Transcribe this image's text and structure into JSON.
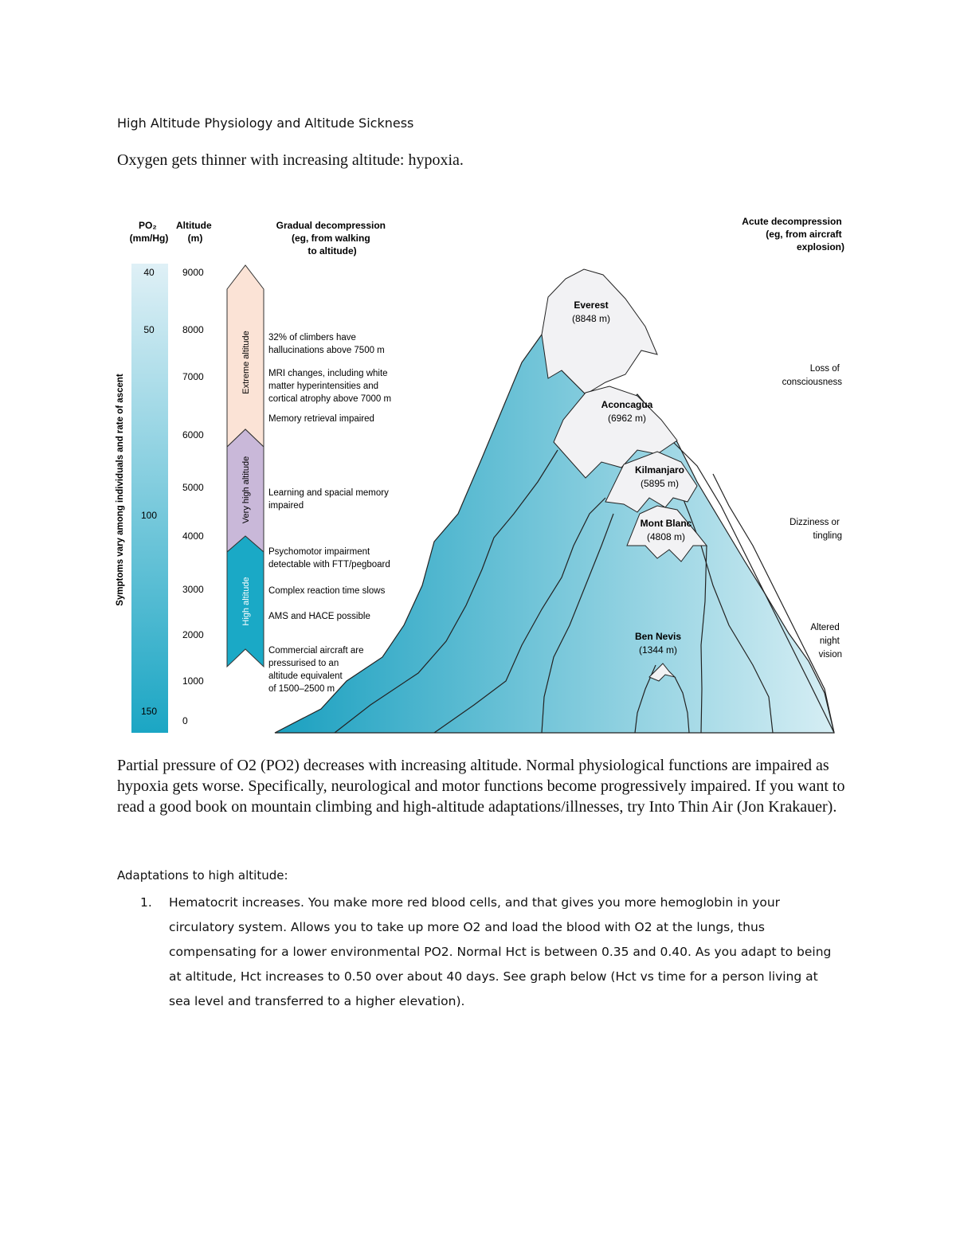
{
  "heading": "High Altitude Physiology and Altitude Sickness",
  "subtitle": "Oxygen gets thinner with increasing altitude: hypoxia.",
  "figure": {
    "po2_header": [
      "PO₂",
      "(mm/Hg)"
    ],
    "altitude_header": [
      "Altitude",
      "(m)"
    ],
    "gradual_header": [
      "Gradual decompression",
      "(eg, from walking",
      "to altitude)"
    ],
    "acute_header": [
      "Acute decompression",
      "(eg, from aircraft",
      "explosion)"
    ],
    "po2_ticks": [
      "40",
      "50",
      "100",
      "150"
    ],
    "altitude_ticks": [
      "9000",
      "8000",
      "7000",
      "6000",
      "5000",
      "4000",
      "3000",
      "2000",
      "1000",
      "0"
    ],
    "vertical_caption": "Symptoms vary among individuals and rate of ascent",
    "zones": [
      "Extreme altitude",
      "Very high altitude",
      "High altitude"
    ],
    "effects": [
      [
        "32% of climbers have",
        "hallucinations above 7500 m"
      ],
      [
        "MRI changes, including white",
        "matter hyperintensities and",
        "cortical atrophy above 7000 m"
      ],
      [
        "Memory retrieval impaired"
      ],
      [
        "Learning and spacial memory",
        "impaired"
      ],
      [
        "Psychomotor impairment",
        "detectable with FTT/pegboard"
      ],
      [
        "Complex reaction time slows"
      ],
      [
        "AMS and HACE possible"
      ],
      [
        "Commercial aircraft are",
        "pressurised to an",
        "altitude equivalent",
        "of 1500–2500 m"
      ]
    ],
    "mountains": [
      {
        "name": "Everest",
        "height": "(8848 m)"
      },
      {
        "name": "Aconcagua",
        "height": "(6962 m)"
      },
      {
        "name": "Kilmanjaro",
        "height": "(5895 m)"
      },
      {
        "name": "Mont Blanc",
        "height": "(4808 m)"
      },
      {
        "name": "Ben Nevis",
        "height": "(1344 m)"
      }
    ],
    "acute_effects": [
      [
        "Loss of",
        "consciousness"
      ],
      [
        "Dizziness or",
        "tingling"
      ],
      [
        "Altered",
        "night",
        "vision"
      ]
    ],
    "colors": {
      "po2_bar_top": "#dff0f6",
      "po2_bar_bottom": "#1ba6c4",
      "extreme_zone": "#fbe3d6",
      "very_high_zone": "#c9b8d9",
      "high_zone": "#1aa9c6",
      "mountain_dark": "#1aa0c0",
      "mountain_light": "#d6eef4",
      "snow": "#f2f2f4"
    }
  },
  "paragraph": "Partial pressure of O2 (PO2) decreases with increasing altitude.  Normal physiological functions are impaired as hypoxia gets worse.  Specifically, neurological and motor functions become progressively impaired.  If you want to read a good book on mountain climbing and high-altitude adaptations/illnesses, try Into Thin Air (Jon Krakauer).",
  "adaptations_heading": "Adaptations to high altitude:",
  "adaptations": [
    {
      "number": "1.",
      "text": "Hematocrit increases.  You make more red blood cells, and that gives you more hemoglobin in your circulatory system.  Allows you to take up more O2 and load the blood with O2 at the lungs, thus compensating for a lower environmental PO2.  Normal Hct is between 0.35 and 0.40.  As you adapt to being at altitude, Hct increases to 0.50 over about 40 days.  See graph below (Hct vs time for a person living at sea level and transferred to a higher elevation)."
    }
  ]
}
